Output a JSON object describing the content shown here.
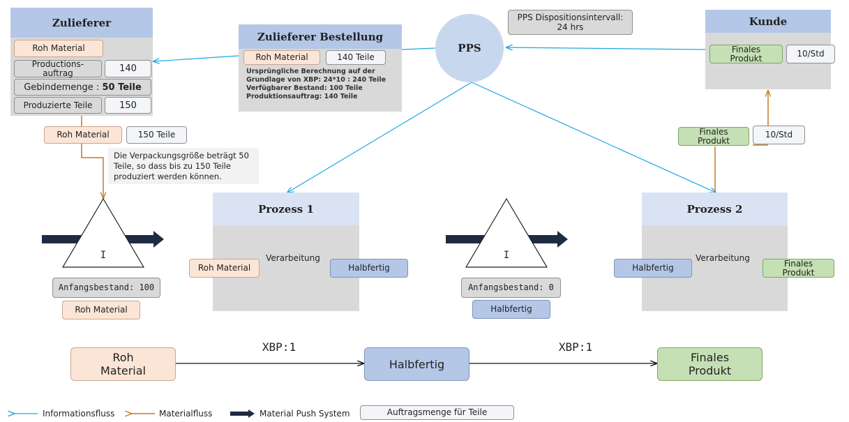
{
  "supplier": {
    "title": "Zulieferer",
    "raw_material": "Roh Material",
    "production_order_label": "Productions-\nauftrag",
    "production_order_value": "140",
    "container_qty_label": "Gebindemenge : ",
    "container_qty_value": "50 Teile",
    "produced_label": "Produzierte Teile",
    "produced_value": "150"
  },
  "shipment": {
    "material": "Roh Material",
    "qty": "150 Teile"
  },
  "packaging_note": "Die Verpackungsgröße beträgt 50 Teile, so dass bis zu 150 Teile produziert werden können.",
  "supplier_order": {
    "title": "Zulieferer Bestellung",
    "material": "Roh Material",
    "qty": "140 Teile",
    "calc_lines": [
      "Ursprüngliche Berechnung auf der",
      "Grundlage von XBP: 24*10 : 240 Teile",
      "Verfügbarer Bestand: 100 Teile",
      "Produktionsauftrag: 140 Teile"
    ]
  },
  "pps": {
    "label": "PPS",
    "interval": "PPS Dispositionsintervall:\n24 hrs"
  },
  "customer": {
    "title": "Kunde",
    "product": "Finales\nProdukt",
    "rate": "10/Std"
  },
  "delivery": {
    "product": "Finales\nProdukt",
    "rate": "10/Std"
  },
  "inventory1": {
    "symbol": "I",
    "start": "Anfangsbestand: 100",
    "material": "Roh Material"
  },
  "inventory2": {
    "symbol": "I",
    "start": "Anfangsbestand: 0",
    "material": "Halbfertig"
  },
  "process1": {
    "title": "Prozess 1",
    "input": "Roh Material",
    "step": "Verarbeitung",
    "output": "Halbfertig"
  },
  "process2": {
    "title": "Prozess 2",
    "input": "Halbfertig",
    "step": "Verarbeitung",
    "output": "Finales\nProdukt"
  },
  "bom": {
    "stage1": "Roh\nMaterial",
    "ratio1": "XBP:1",
    "stage2": "Halbfertig",
    "ratio2": "XBP:1",
    "stage3": "Finales\nProdukt"
  },
  "legend": {
    "info_flow": "Informationsfluss",
    "material_flow": "Materialfluss",
    "push_system": "Material Push System",
    "order_qty": "Auftragsmenge für Teile"
  },
  "colors": {
    "info_flow": "#1ea7e1",
    "material_flow": "#c07a28",
    "push_arrow": "#1f2a44",
    "roh": "#fbe5d6",
    "halbfertig": "#b4c7e7",
    "final": "#c5e0b4",
    "header": "#b4c7e7"
  }
}
